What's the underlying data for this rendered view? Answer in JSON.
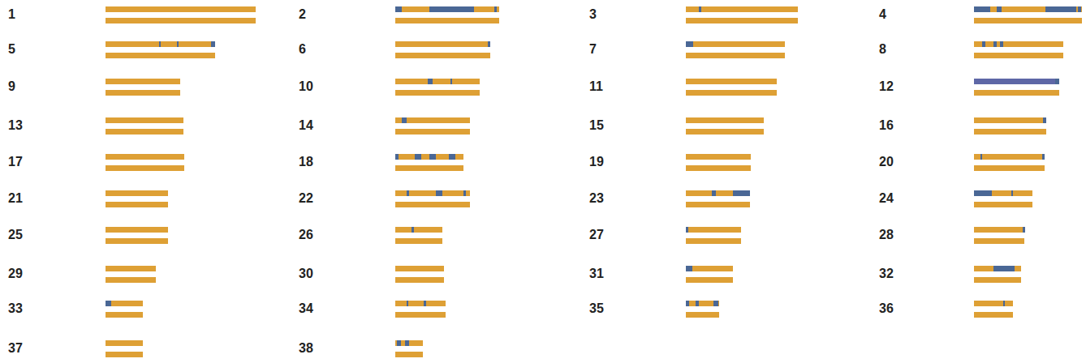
{
  "diagram": {
    "labels": [
      "1",
      "2",
      "3",
      "4",
      "5",
      "6",
      "7",
      "8",
      "9",
      "10",
      "11",
      "12",
      "13",
      "14",
      "15",
      "16",
      "17",
      "18",
      "19",
      "20",
      "21",
      "22",
      "23",
      "24",
      "25",
      "26",
      "27",
      "28",
      "29",
      "30",
      "31",
      "32",
      "33",
      "34",
      "35",
      "36",
      "37",
      "38"
    ]
  }
}
